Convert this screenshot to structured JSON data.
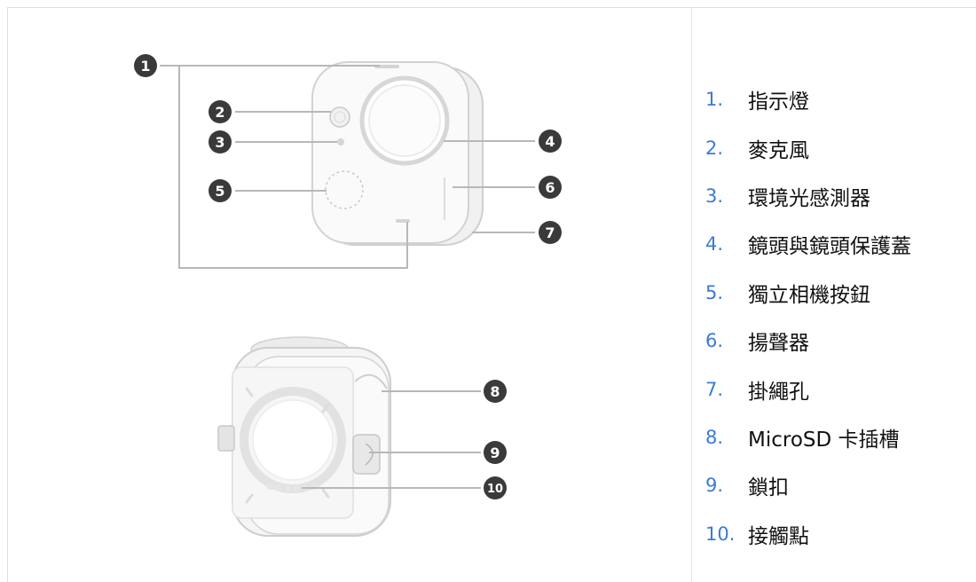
{
  "legend": [
    {
      "num": "1.",
      "label": "指示燈"
    },
    {
      "num": "2.",
      "label": "麥克風"
    },
    {
      "num": "3.",
      "label": "環境光感測器"
    },
    {
      "num": "4.",
      "label": "鏡頭與鏡頭保護蓋"
    },
    {
      "num": "5.",
      "label": "獨立相機按鈕"
    },
    {
      "num": "6.",
      "label": "揚聲器"
    },
    {
      "num": "7.",
      "label": "掛繩孔"
    },
    {
      "num": "8.",
      "label": "MicroSD 卡插槽"
    },
    {
      "num": "9.",
      "label": "鎖扣"
    },
    {
      "num": "10.",
      "label": "接觸點"
    }
  ],
  "callouts": [
    "1",
    "2",
    "3",
    "4",
    "5",
    "6",
    "7",
    "8",
    "9",
    "10"
  ]
}
